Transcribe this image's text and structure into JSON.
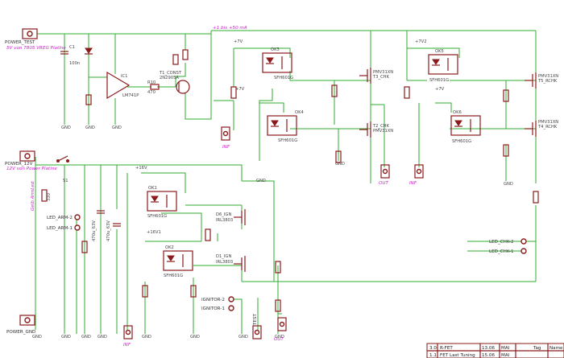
{
  "colors": {
    "wire": "#2fae2f",
    "component": "#8b1a1a",
    "note": "#cc22cc",
    "text": "#444444",
    "background": "#ffffff"
  },
  "notes": {
    "vreg": "5V von 7805 VREG Platine",
    "power12": "12V von Power Platine",
    "current": "+1 bis +50 mA",
    "led_lane": "Gelb ArmLed"
  },
  "connectors": {
    "power_test": "POWER_TEST",
    "power_12v": "POWER_12V",
    "power_gnd": "POWER_GND",
    "led_arm2": "LED_ARM-2",
    "led_arm1": "LED_ARM-1",
    "ignitor2": "IGNITOR-2",
    "ignitor1": "IGNITOR-1",
    "led_chk2": "LED_CHK-2",
    "led_chk1": "LED_CHK-1",
    "test": "TEST"
  },
  "parts": {
    "c1": "C1",
    "c1v": "100n",
    "ic1": "IC1",
    "ic1v": "LM741P",
    "r10": "R10",
    "r10v": "470",
    "t1": "T1_CONST",
    "t1v": "2N2905A",
    "ok3": "OK3",
    "ok3v": "SFH601G",
    "ok4": "OK4",
    "ok4v": "SFH601G",
    "ok5": "OK5",
    "ok5v": "SFH601G",
    "ok6": "OK6",
    "ok6v": "SFH601G",
    "ok1": "OK1",
    "ok1v": "SFH601G",
    "ok2": "OK2",
    "ok2v": "SFH601G",
    "t3": "T3_CHK",
    "t3v": "PMV31XN",
    "t2": "T2_CHK",
    "t2v": "PMV31XN",
    "t5": "T5_RCHK",
    "t5v": "PMV31XN",
    "t4": "T4_RCHK",
    "t4v": "PMV31XN",
    "d6": "D6_IGN",
    "d6v": "IRL3803",
    "d1": "D1_IGN",
    "d1v": "IRL3803",
    "s1": "S1",
    "v7": "+7V",
    "v7b": "+7V2",
    "v16": "+16V",
    "v16b": "+16V1",
    "gnd": "GND",
    "inf": "INF",
    "out": "OUT",
    "r330": "330",
    "c470a": "470u_63V",
    "c470b": "470u_63V"
  },
  "title_block": {
    "rows": [
      {
        "rev": "3.0",
        "name": "R-FET",
        "date": "13.06",
        "by": "MAI"
      },
      {
        "rev": "1.1",
        "name": "FET Last Tuning",
        "date": "15.06",
        "by": "MAI"
      }
    ],
    "tag": "Tag",
    "name": "Name"
  }
}
